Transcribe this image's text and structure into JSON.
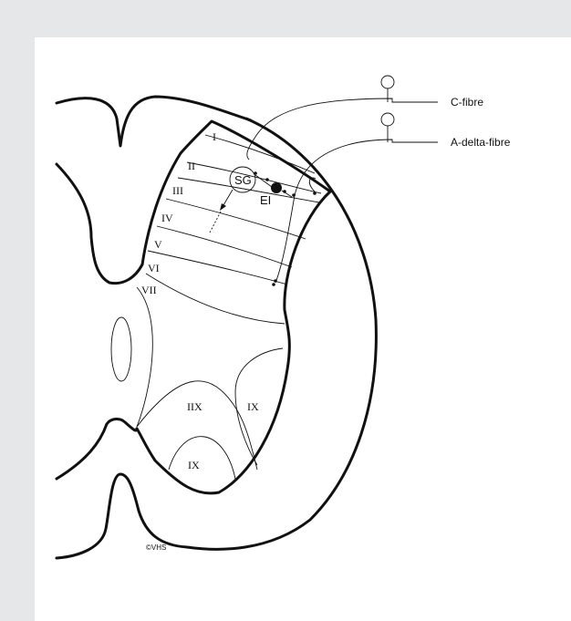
{
  "fibres": [
    {
      "label": "C-fibre"
    },
    {
      "label": "A-delta-fibre"
    }
  ],
  "laminae": [
    "I",
    "II",
    "III",
    "IV",
    "V",
    "VI",
    "VII",
    "IIX",
    "IX",
    "IX"
  ],
  "cells": {
    "sg": "SG",
    "ei": "EI"
  },
  "copyright": "©VHS",
  "colors": {
    "background": "#e6e7e9",
    "panel": "#ffffff",
    "ink": "#111111"
  }
}
